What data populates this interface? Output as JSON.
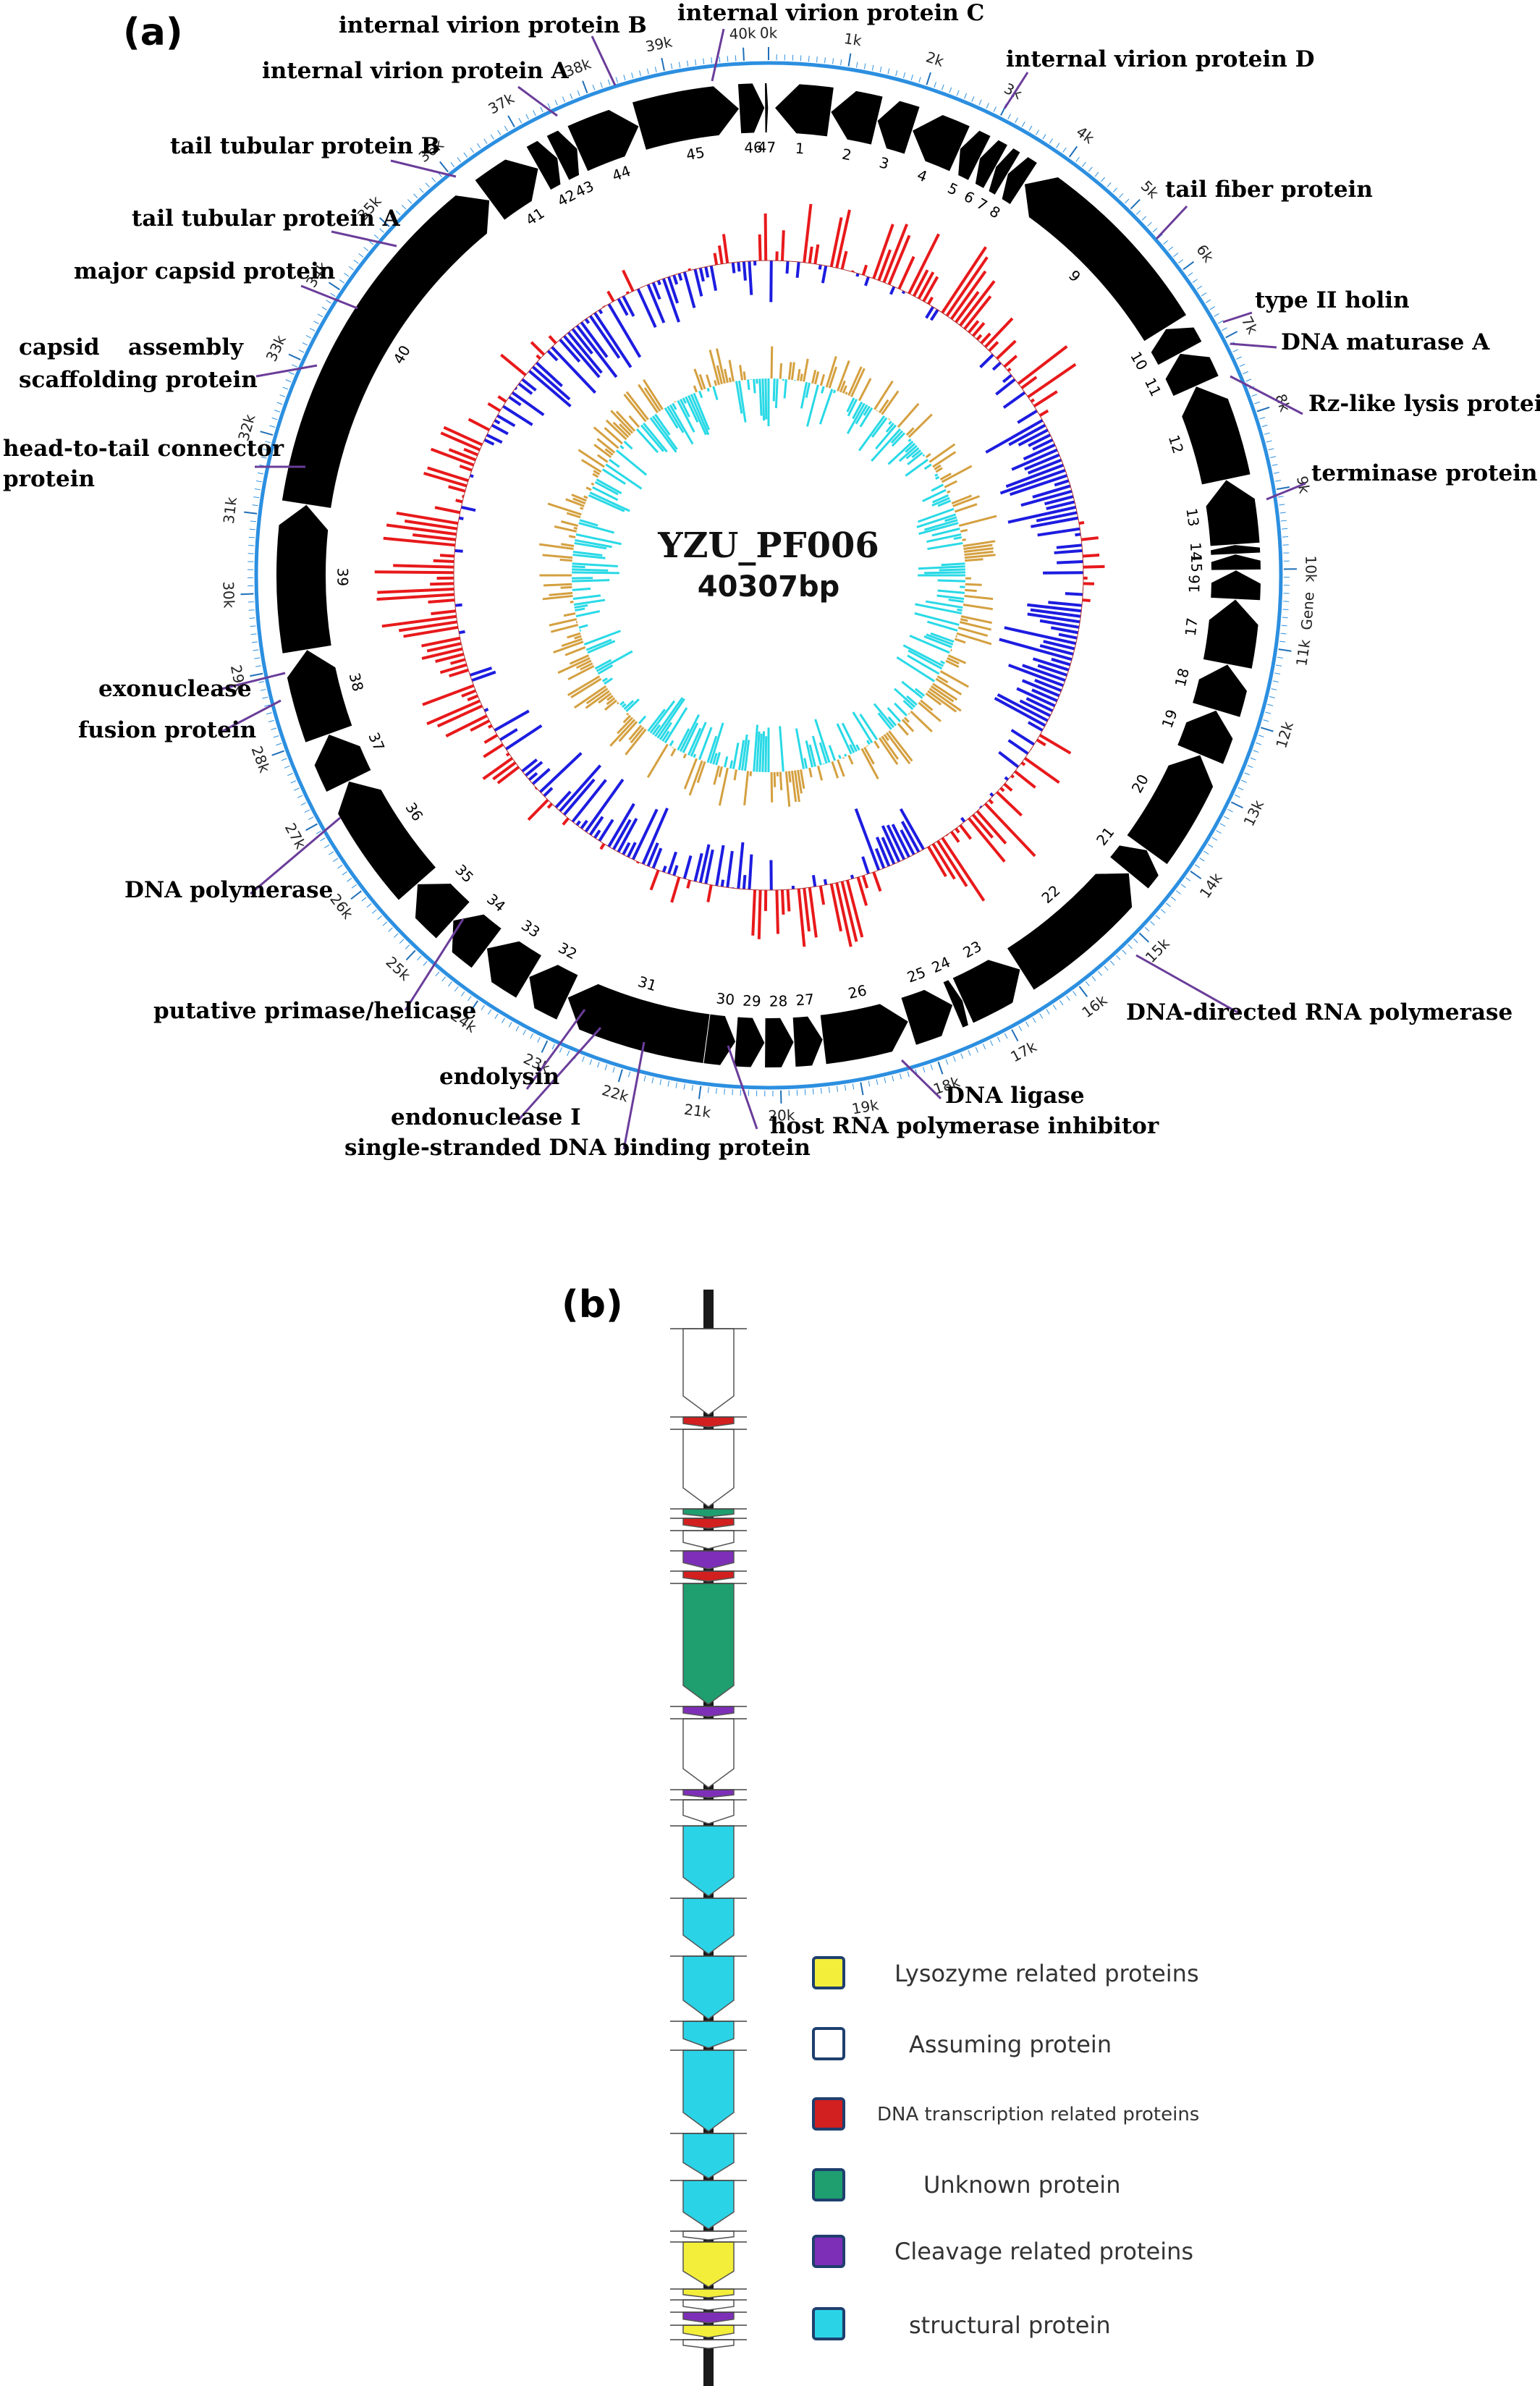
{
  "panel_a": {
    "label": "(a)",
    "genome_name": "YZU_PF006",
    "genome_length_label": "40307bp",
    "colors": {
      "ring": "#2c8fe0",
      "gene": "#000000",
      "gc_positive": "#e8191b",
      "gc_negative": "#1d1ce0",
      "skew_positive": "#d4a040",
      "skew_negative": "#29d9e6",
      "leader": "#6a3d9a"
    },
    "tick_labels": [
      "0k",
      "1k",
      "2k",
      "3k",
      "4k",
      "5k",
      "6k",
      "7k",
      "8k",
      "9k",
      "10k",
      "Gene",
      "11k",
      "12k",
      "13k",
      "14k",
      "15k",
      "16k",
      "17k",
      "18k",
      "19k",
      "20k",
      "21k",
      "22k",
      "23k",
      "24k",
      "25k",
      "26k",
      "27k",
      "28k",
      "29k",
      "30k",
      "31k",
      "32k",
      "33k",
      "34k",
      "35k",
      "36k",
      "37k",
      "38k",
      "39k",
      "40k"
    ],
    "gene_numbers": [
      "1",
      "2",
      "3",
      "4",
      "5",
      "6",
      "7",
      "8",
      "9",
      "10",
      "11",
      "12",
      "13",
      "14",
      "15",
      "16",
      "17",
      "18",
      "19",
      "20",
      "21",
      "22",
      "23",
      "24",
      "25",
      "26",
      "27",
      "28",
      "29",
      "30",
      "31",
      "32",
      "33",
      "34",
      "35",
      "36",
      "37",
      "38",
      "39",
      "40",
      "41",
      "42",
      "43",
      "44",
      "45",
      "46",
      "47"
    ],
    "annotations": {
      "ivp_b": "internal virion protein B",
      "ivp_c": "internal virion protein C",
      "ivp_a": "internal virion protein A",
      "ivp_d": "internal virion protein D",
      "ttp_b": "tail tubular protein B",
      "tail_fiber": "tail fiber protein",
      "ttp_a": "tail tubular protein A",
      "major_capsid": "major capsid protein",
      "holin": "type II holin",
      "capsid_1": "capsid",
      "capsid_2": "assembly",
      "capsid_3": "scaffolding protein",
      "maturase": "DNA maturase A",
      "rz_lysis": "Rz-like lysis protein",
      "htt_1": "head-to-tail connector",
      "htt_2": "protein",
      "terminase": "terminase protein",
      "exonuclease": "exonuclease",
      "fusion": "fusion protein",
      "dna_pol": "DNA polymerase",
      "primase": "putative primase/helicase",
      "rna_pol": "DNA-directed RNA polymerase",
      "endolysin": "endolysin",
      "ligase": "DNA ligase",
      "endonuclease": "endonuclease I",
      "host_inhib": "host RNA polymerase inhibitor",
      "ssb": "single-stranded DNA binding protein"
    }
  },
  "panel_b": {
    "label": "(b)",
    "legend": [
      {
        "label": "Lysozyme related proteins",
        "color": "#f2ee3a"
      },
      {
        "label": "Assuming protein",
        "color": "#ffffff"
      },
      {
        "label": "DNA transcription related proteins",
        "color": "#d21f1f"
      },
      {
        "label": "Unknown protein",
        "color": "#1f9e6f"
      },
      {
        "label": "Cleavage related proteins",
        "color": "#7e2fb8"
      },
      {
        "label": "structural protein",
        "color": "#2bd3e6"
      }
    ]
  }
}
